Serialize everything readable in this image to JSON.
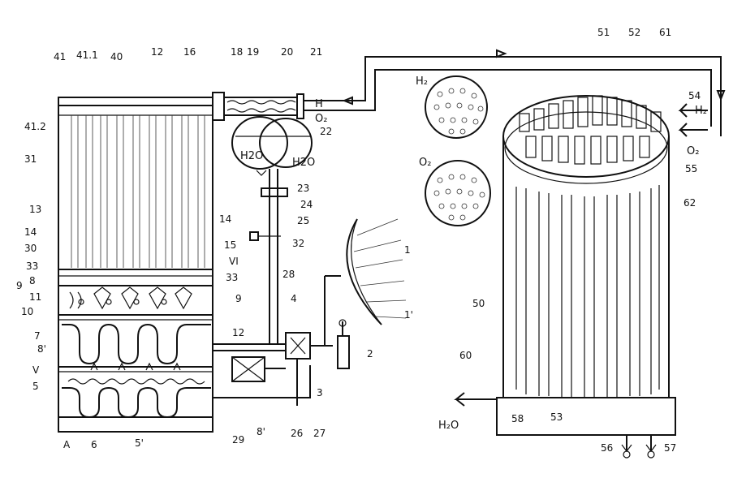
{
  "labels": {
    "n41": "41",
    "n411": "41.1",
    "n40": "40",
    "n12": "12",
    "n16": "16",
    "n18": "18",
    "n19": "19",
    "n20": "20",
    "n21": "21",
    "n412": "41.2",
    "n31": "31",
    "n13": "13",
    "n14a": "14",
    "n14b": "14",
    "n30": "30",
    "n15": "15",
    "nVI": "VI",
    "n33a": "33",
    "n33b": "33",
    "n8": "8",
    "n9a": "9",
    "n9b": "9",
    "n11": "11",
    "n10": "10",
    "n12b": "12",
    "n7": "7",
    "n8p": "8'",
    "nV": "V",
    "n5a": "5",
    "n5b": "5'",
    "nA": "A",
    "n6": "6",
    "n29": "29",
    "n26": "26",
    "n27": "27",
    "n8pp": "8'",
    "n3": "3",
    "n2": "2",
    "n4": "4",
    "n28": "28",
    "n32": "32",
    "n25": "25",
    "n24": "24",
    "n23": "23",
    "n22": "22",
    "n1": "1",
    "n1p": "1'",
    "n51": "51",
    "n52": "52",
    "n61": "61",
    "n54": "54",
    "n55": "55",
    "n62": "62",
    "n50": "50",
    "n60": "60",
    "n53": "53",
    "n58": "58",
    "n56": "56",
    "n57": "57",
    "H": "H",
    "O2": "O₂",
    "H2O_tank": "H2O",
    "H2O_side": "H2O",
    "H2_circle": "H₂",
    "O2_circle": "O₂",
    "H2_arrow": "H₂",
    "O2_arrow": "O₂",
    "H2O_out": "H₂O"
  },
  "icons": {
    "exchanger": "x-box-icon",
    "module": "crossed-box-icon",
    "mirror": "solar-mirror-icon"
  }
}
